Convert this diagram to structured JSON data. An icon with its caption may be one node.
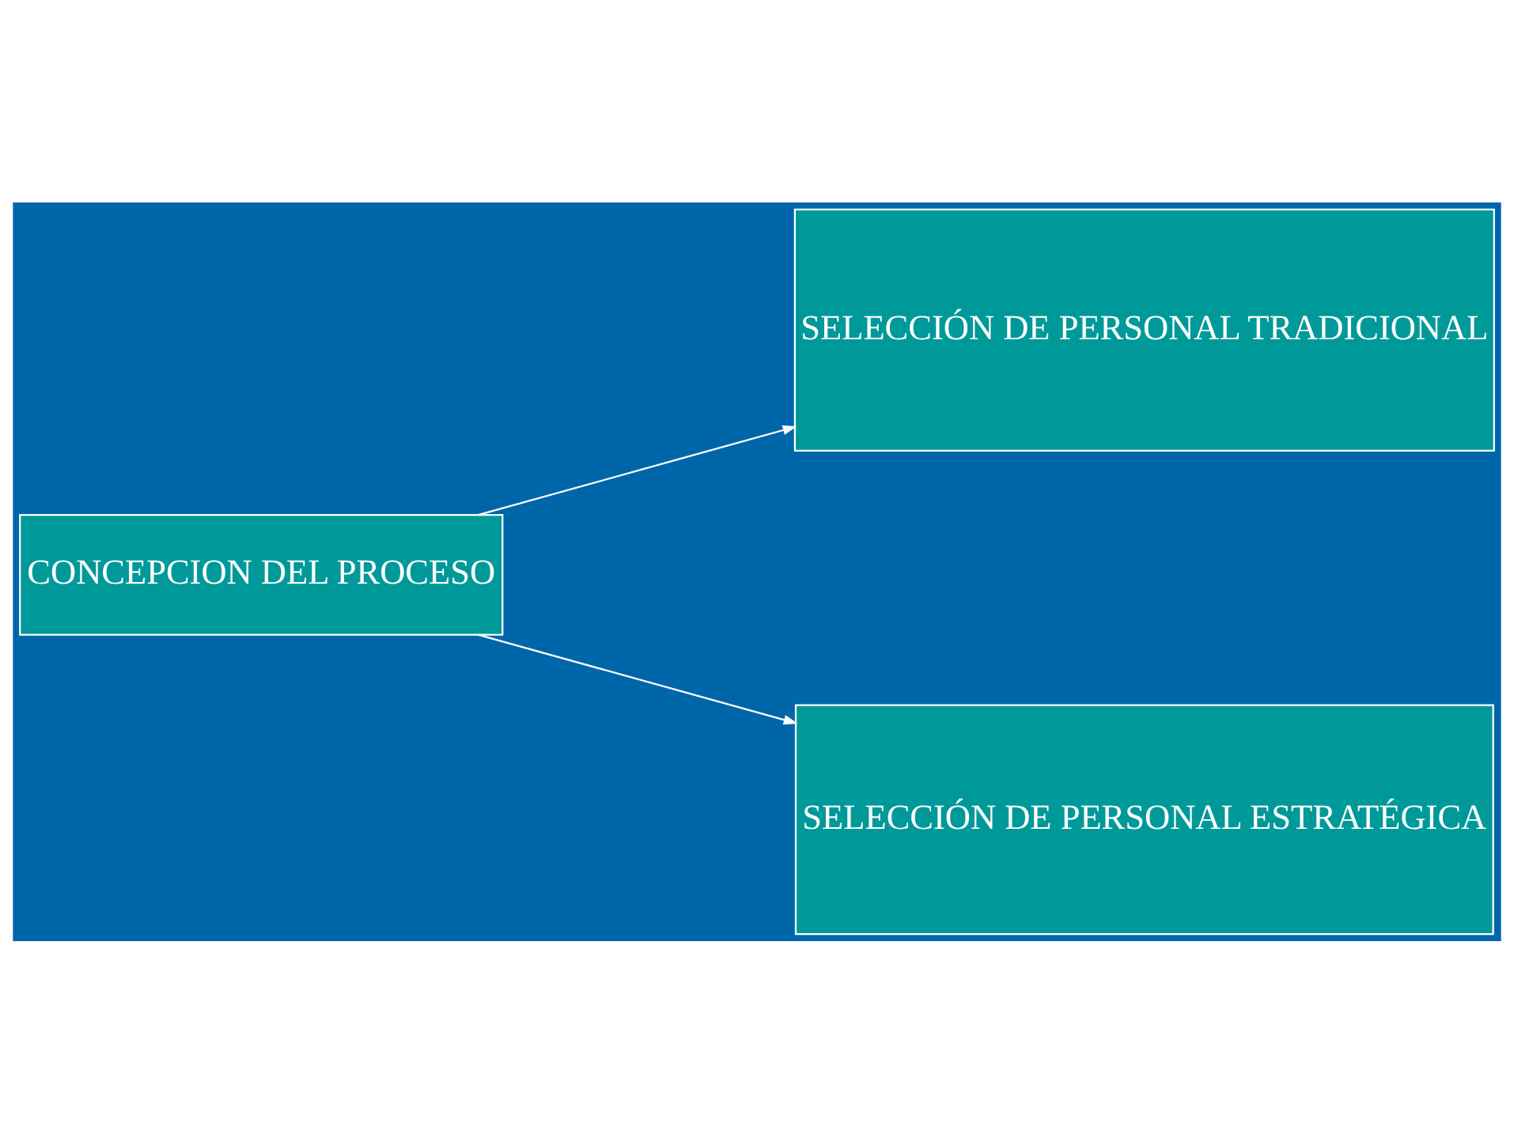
{
  "diagram": {
    "nodes": [
      {
        "text": [
          "CONCEPCION DEL PROCESO"
        ]
      },
      {
        "text": [
          "SELECCIÓN DE PERSONAL TRADICIONAL"
        ]
      },
      {
        "text": [
          "SELECCIÓN DE PERSONAL ESTRATÉGICA"
        ]
      }
    ],
    "edges": [
      {
        "from": 0,
        "to": 1,
        "arrow": "to"
      },
      {
        "from": 0,
        "to": 2,
        "arrow": "to"
      }
    ]
  }
}
